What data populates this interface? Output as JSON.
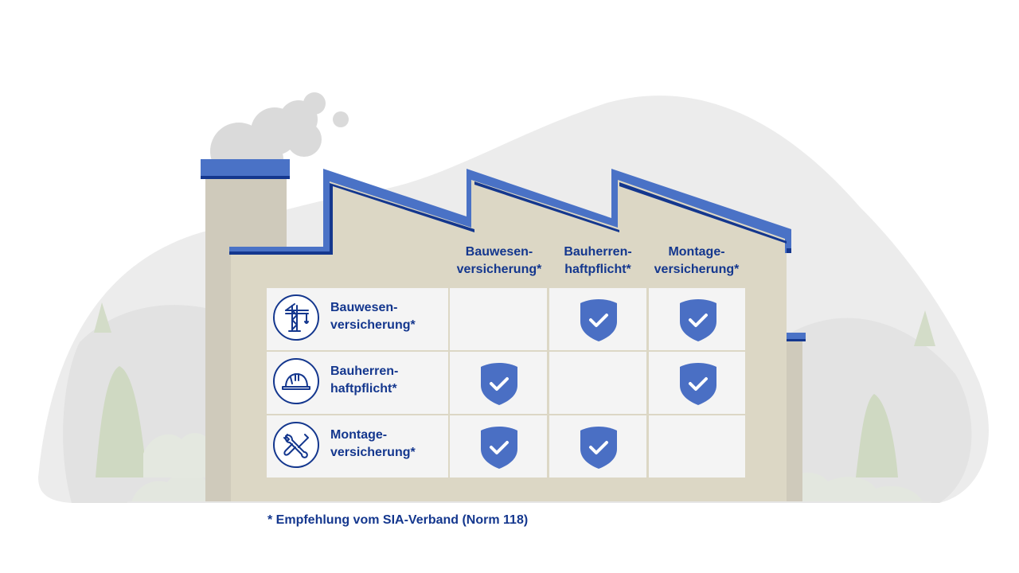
{
  "columns": [
    {
      "line1": "Bauwesen-",
      "line2": "versicherung*"
    },
    {
      "line1": "Bauherren-",
      "line2": "haftpflicht*"
    },
    {
      "line1": "Montage-",
      "line2": "versicherung*"
    }
  ],
  "rows": [
    {
      "line1": "Bauwesen-",
      "line2": "versicherung*",
      "icon": "crane-icon",
      "checks": [
        false,
        true,
        true
      ]
    },
    {
      "line1": "Bauherren-",
      "line2": "haftpflicht*",
      "icon": "hard-hat-icon",
      "checks": [
        true,
        false,
        true
      ]
    },
    {
      "line1": "Montage-",
      "line2": "versicherung*",
      "icon": "wrench-screwdriver-icon",
      "checks": [
        true,
        true,
        false
      ]
    }
  ],
  "footnote": "* Empfehlung vom SIA-Verband (Norm 118)",
  "colors": {
    "brand_blue": "#14378e",
    "shield_blue": "#4a6fc4",
    "roof_blue": "#4a72c6",
    "building": "#dcd7c5",
    "cell_bg": "#f4f4f4"
  }
}
